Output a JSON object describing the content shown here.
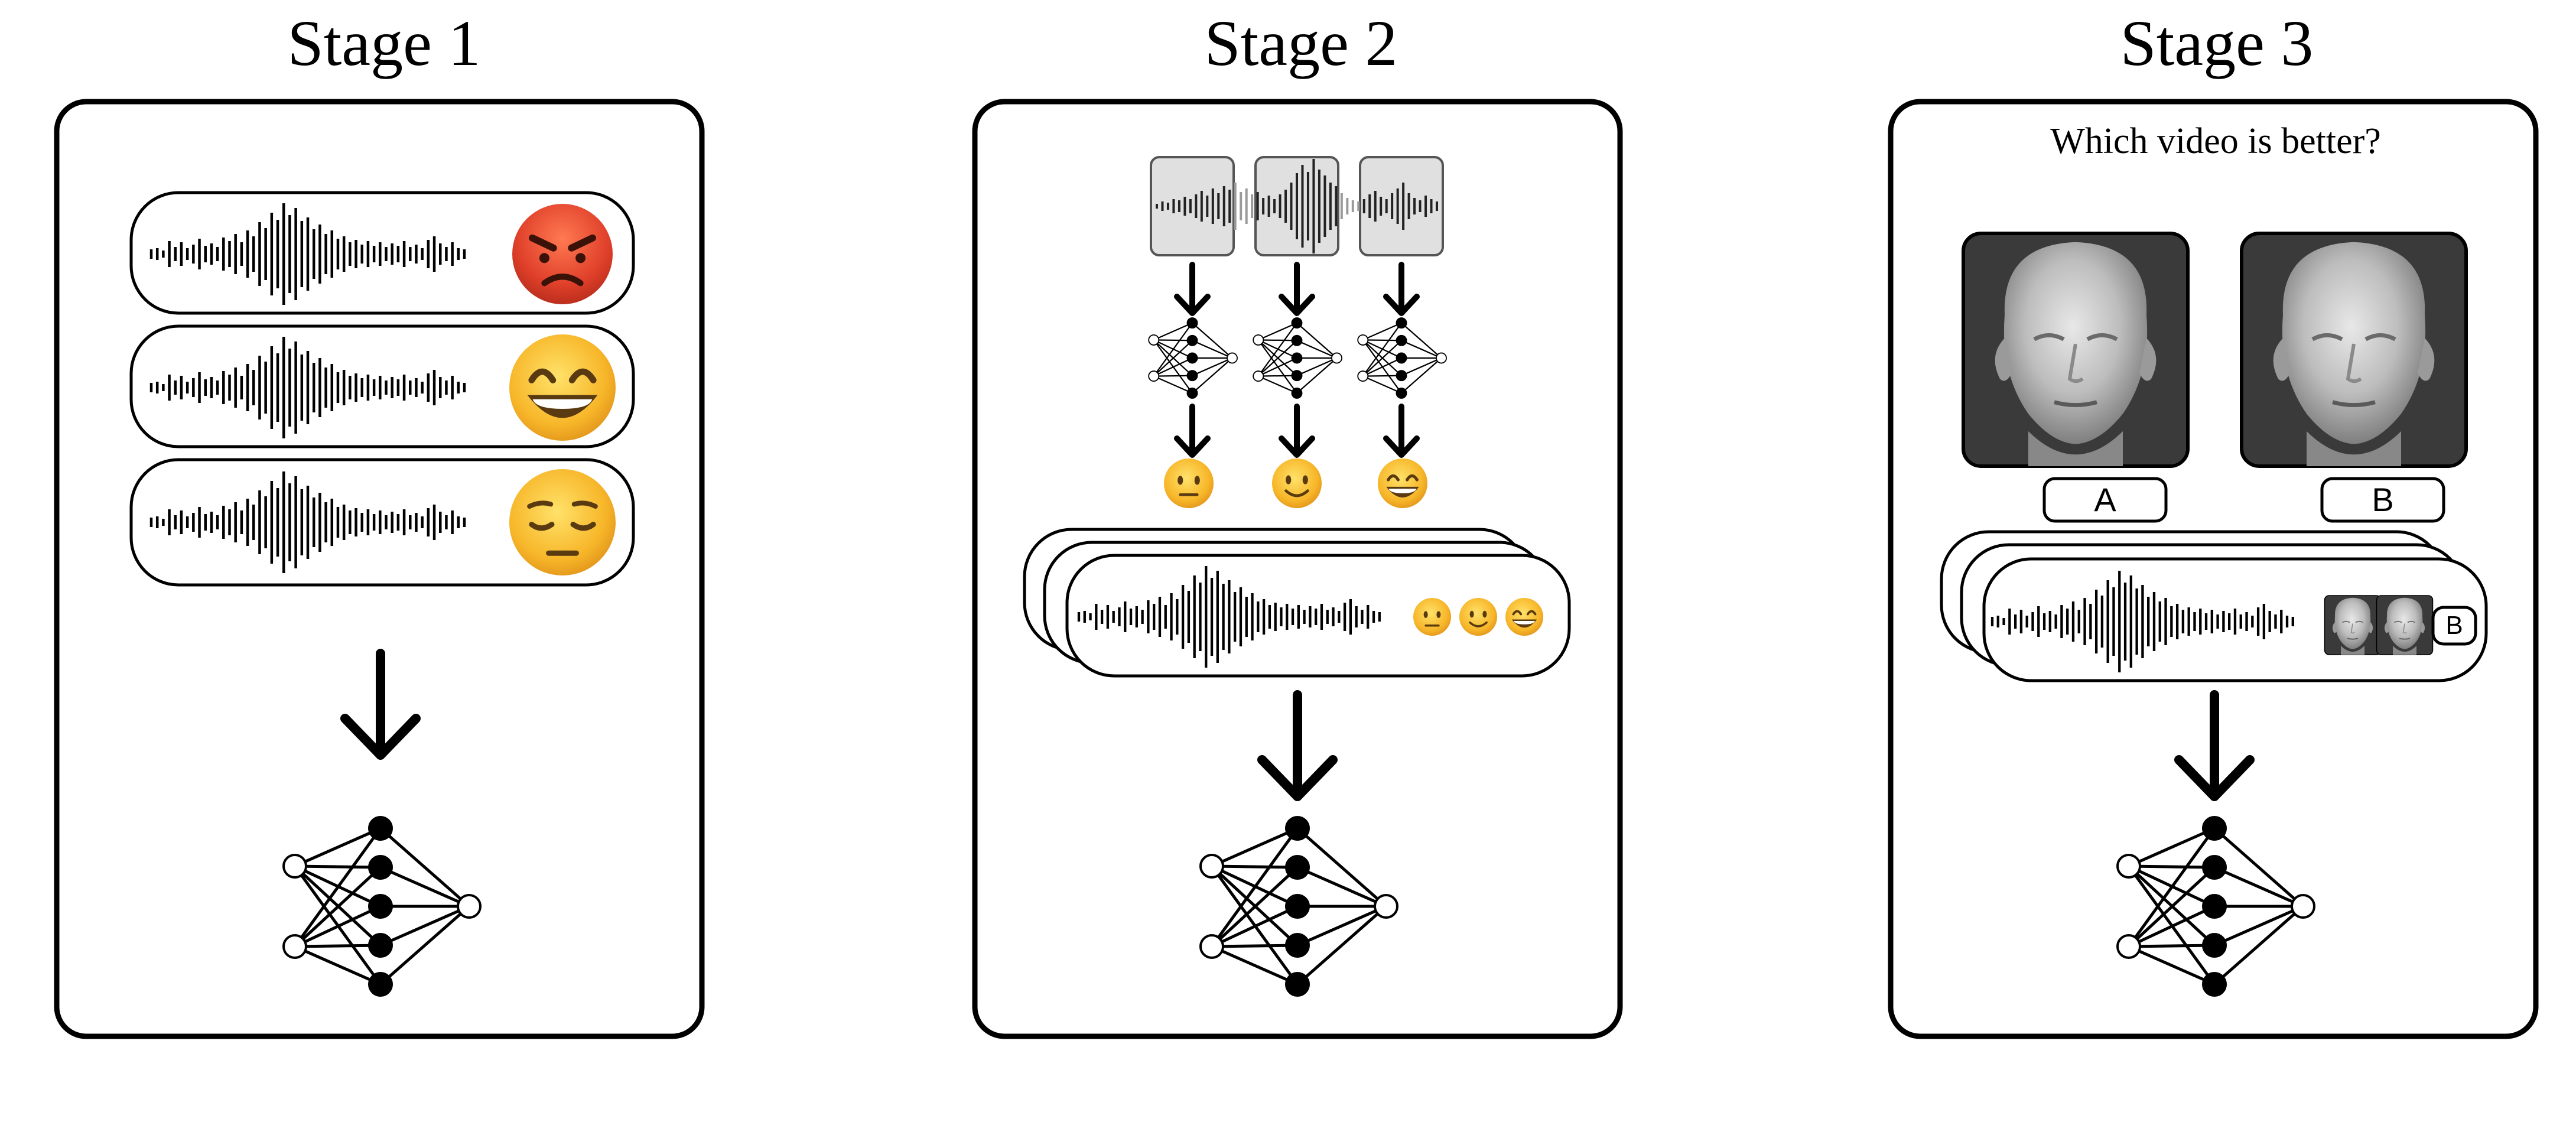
{
  "stages": [
    {
      "title": "Stage 1"
    },
    {
      "title": "Stage 2"
    },
    {
      "title": "Stage 3",
      "question": "Which video is better?",
      "choice_a": "A",
      "choice_b": "B",
      "selected": "B"
    }
  ],
  "icons": {
    "emotions_stage1": [
      "angry-face-icon",
      "grinning-face-icon",
      "pensive-face-icon"
    ],
    "emotions_stage2": [
      "neutral-face-icon",
      "slight-smile-face-icon",
      "grinning-face-icon"
    ],
    "other": [
      "waveform-icon",
      "neural-network-icon",
      "arrow-down-icon",
      "rendered-head-icon"
    ]
  },
  "colors": {
    "stroke": "#000000",
    "chunk_fill": "#e0e0e0",
    "emoji_yellow": "#f7b629",
    "emoji_red": "#e0402a",
    "head_bg": "#3a3a3a"
  }
}
